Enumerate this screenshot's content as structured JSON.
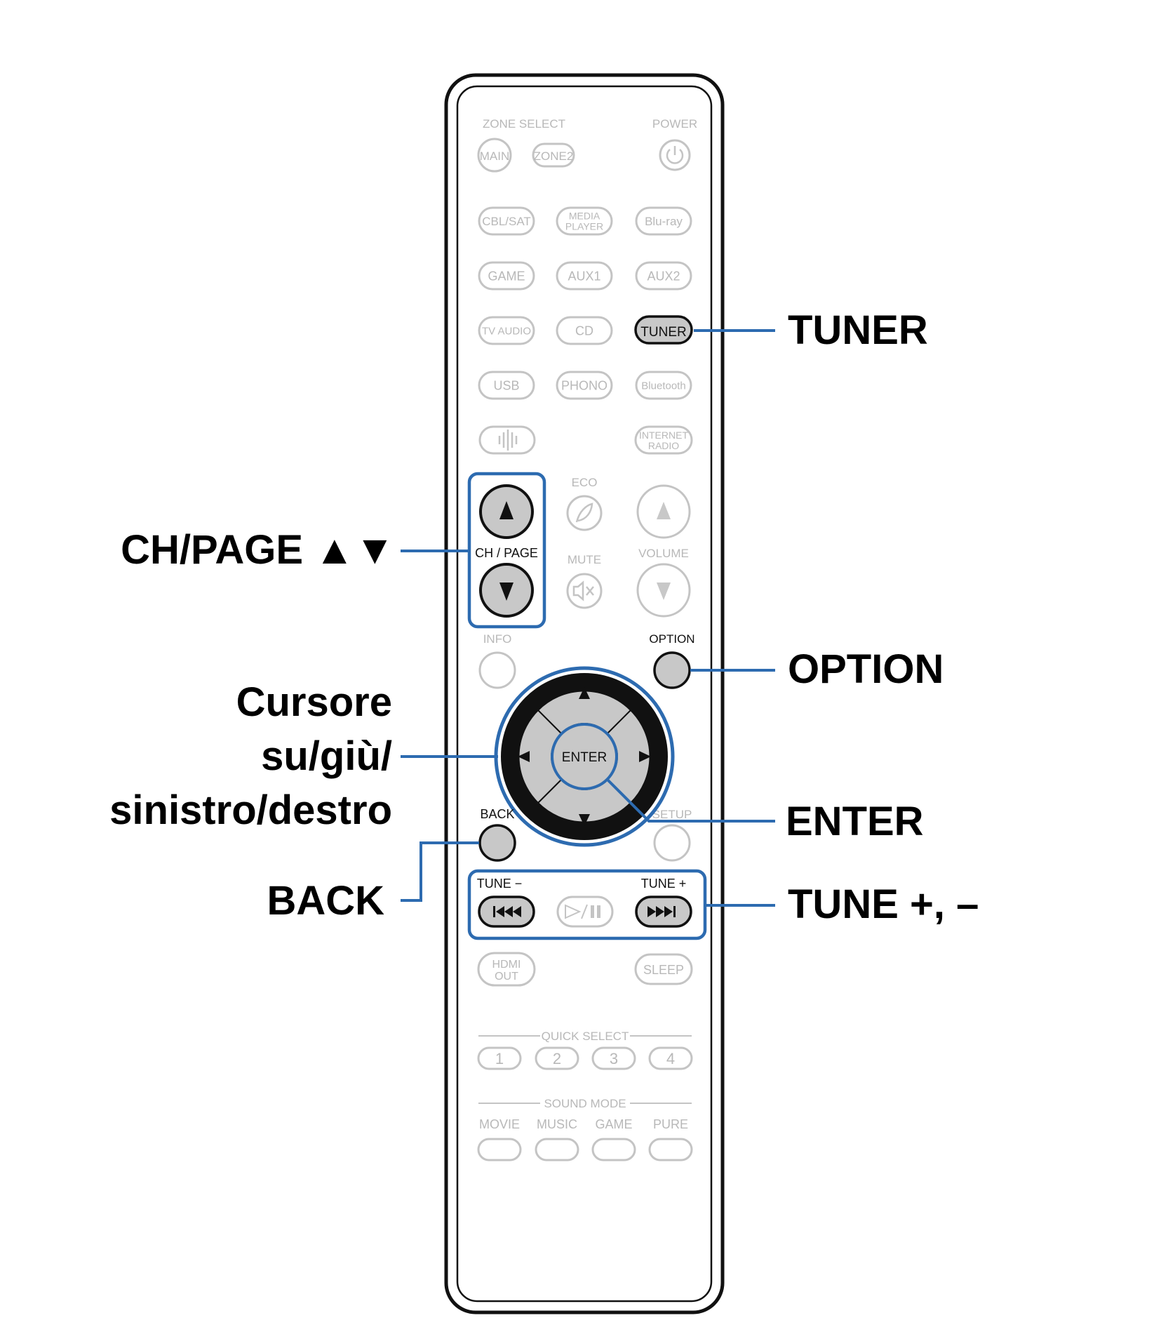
{
  "remote": {
    "zone_select": "ZONE SELECT",
    "power": "POWER",
    "main": "MAIN",
    "zone2": "ZONE2",
    "cbl_sat": "CBL/SAT",
    "media_player_1": "MEDIA",
    "media_player_2": "PLAYER",
    "bluray": "Blu-ray",
    "game": "GAME",
    "aux1": "AUX1",
    "aux2": "AUX2",
    "tv_audio": "TV AUDIO",
    "cd": "CD",
    "tuner": "TUNER",
    "usb": "USB",
    "phono": "PHONO",
    "bluetooth": "Bluetooth",
    "internet_radio_1": "INTERNET",
    "internet_radio_2": "RADIO",
    "eco": "ECO",
    "ch_page": "CH / PAGE",
    "mute": "MUTE",
    "volume": "VOLUME",
    "info": "INFO",
    "option": "OPTION",
    "enter": "ENTER",
    "back": "BACK",
    "setup": "SETUP",
    "tune_minus": "TUNE −",
    "tune_plus": "TUNE +",
    "hdmi_out_1": "HDMI",
    "hdmi_out_2": "OUT",
    "sleep": "SLEEP",
    "quick_select": "QUICK SELECT",
    "quick_1": "1",
    "quick_2": "2",
    "quick_3": "3",
    "quick_4": "4",
    "sound_mode": "SOUND MODE",
    "movie": "MOVIE",
    "music": "MUSIC",
    "game_mode": "GAME",
    "pure": "PURE"
  },
  "callouts": {
    "tuner": "TUNER",
    "ch_page": "CH/PAGE ▲▼",
    "option": "OPTION",
    "cursor_1": "Cursore",
    "cursor_2": "su/giù/",
    "cursor_3": "sinistro/destro",
    "enter": "ENTER",
    "back": "BACK",
    "tune": "TUNE +, –"
  },
  "colors": {
    "highlight": "#2d6bb0",
    "button_fill": "#c8c8c8",
    "faint": "#b8b8b8"
  }
}
